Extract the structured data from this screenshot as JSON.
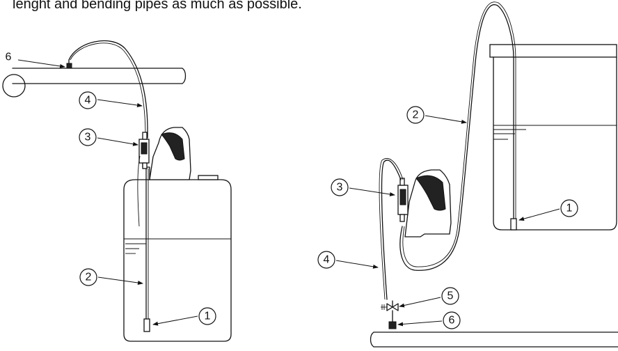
{
  "heading_text": "lenght and bending pipes as much as possible.",
  "left_installation": {
    "labels": [
      "6",
      "4",
      "3",
      "2",
      "1"
    ]
  },
  "right_installation": {
    "labels": [
      "2",
      "3",
      "1",
      "4",
      "5",
      "6"
    ]
  }
}
